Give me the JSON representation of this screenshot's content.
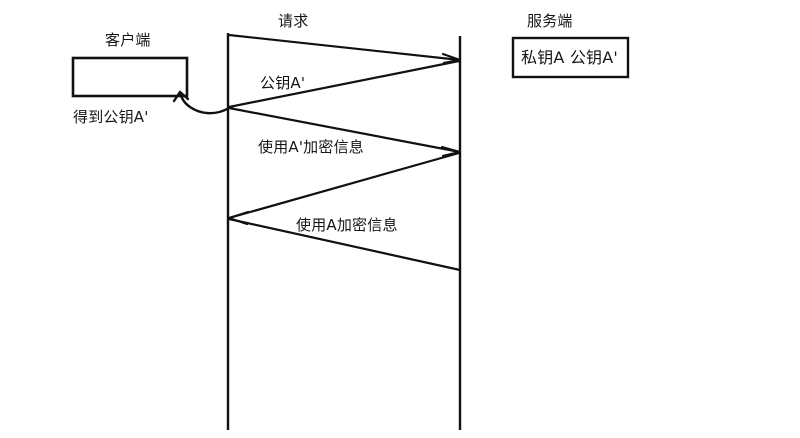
{
  "diagram": {
    "type": "sequence-diagram",
    "title_visible": false,
    "background_color": "#ffffff",
    "stroke_color": "#111111",
    "client": {
      "title": "客户端",
      "box_note": "",
      "note_below": "得到公钥A'"
    },
    "server": {
      "title": "服务端",
      "box_text": "私钥A 公钥A'"
    },
    "messages": [
      {
        "label": "请求",
        "direction": "client-to-server"
      },
      {
        "label": "公钥A'",
        "direction": "server-to-client"
      },
      {
        "label": "使用A'加密信息",
        "direction": "client-to-server"
      },
      {
        "label": "使用A加密信息",
        "direction": "client-to-server"
      }
    ],
    "annotations": {
      "curved_arrow": "arrow-to-client-box"
    }
  }
}
